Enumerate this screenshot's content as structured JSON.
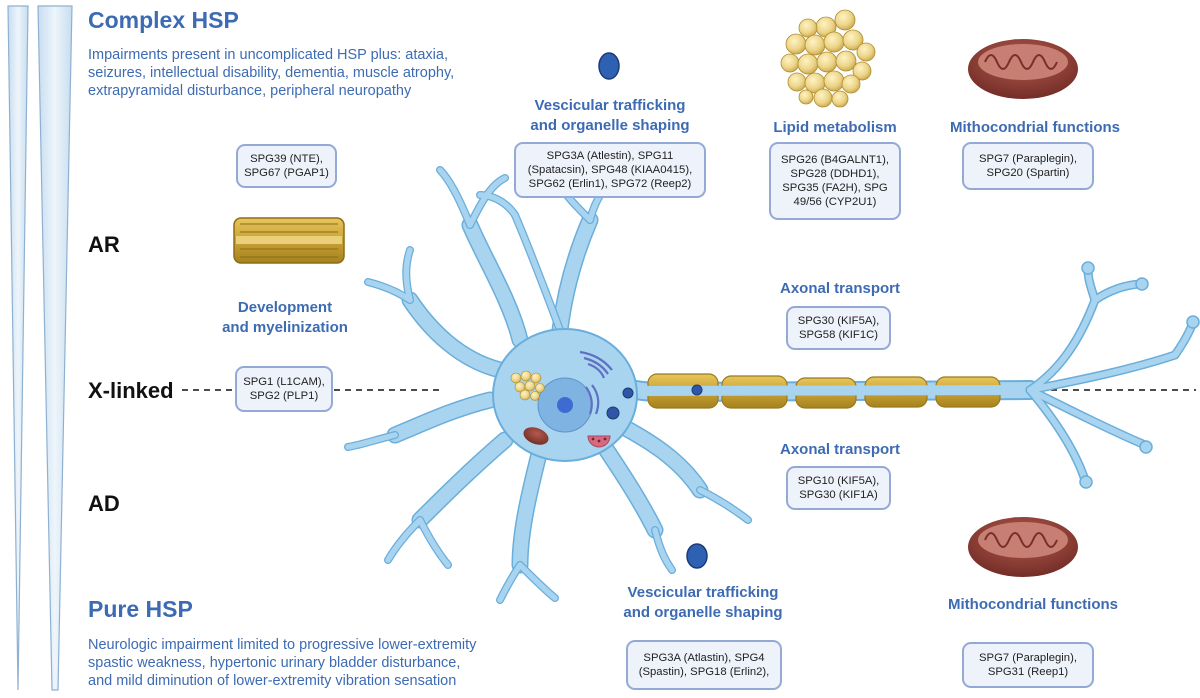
{
  "complex": {
    "title": "Complex HSP",
    "description": [
      "Impairments present in uncomplicated HSP plus: ataxia,",
      "seizures, intellectual disability, dementia, muscle atrophy,",
      "extrapyramidal disturbance, peripheral neuropathy"
    ]
  },
  "pure": {
    "title": "Pure HSP",
    "description": [
      "Neurologic impairment limited to progressive lower-extremity",
      "spastic weakness, hypertonic urinary bladder disturbance,",
      "and mild diminution of lower-extremity vibration sensation"
    ]
  },
  "inheritance": {
    "ar": "AR",
    "xlinked": "X-linked",
    "ad": "AD"
  },
  "categories": {
    "vesicular_top": [
      "Vescicular trafficking",
      "and organelle shaping"
    ],
    "lipid": [
      "Lipid metabolism"
    ],
    "mito_top": [
      "Mithocondrial functions"
    ],
    "development": [
      "Development",
      "and myelinization"
    ],
    "axonal_top": [
      "Axonal transport"
    ],
    "axonal_bottom": [
      "Axonal transport"
    ],
    "vesicular_bottom": [
      "Vescicular trafficking",
      "and organelle shaping"
    ],
    "mito_bottom": [
      "Mithocondrial functions"
    ]
  },
  "genes": {
    "ar_nte": [
      "SPG39 (NTE),",
      "SPG67 (PGAP1)"
    ],
    "vesicular_top": [
      "SPG3A (Atlestin), SPG11",
      "(Spatacsin),  SPG48 (KIAA0415),",
      "SPG62 (Erlin1), SPG72 (Reep2)"
    ],
    "lipid": [
      "SPG26 (B4GALNT1),",
      "SPG28 (DDHD1),",
      "SPG35 (FA2H), SPG",
      "49/56 (CYP2U1)"
    ],
    "mito_top": [
      "SPG7 (Paraplegin),",
      "SPG20 (Spartin)"
    ],
    "axonal_top": [
      "SPG30 (KIF5A),",
      "SPG58 (KIF1C)"
    ],
    "xlinked": [
      "SPG1 (L1CAM),",
      "SPG2 (PLP1)"
    ],
    "axonal_bottom": [
      "SPG10 (KIF5A),",
      "SPG30 (KIF1A)"
    ],
    "vesicular_bottom": [
      "SPG3A (Atlastin), SPG4",
      "(Spastin), SPG18 (Erlin2),"
    ],
    "mito_bottom": [
      "SPG7 (Paraplegin),",
      "SPG31 (Reep1)"
    ]
  },
  "colors": {
    "accent_blue": "#3d6bb3",
    "neuron_fill": "#a8d4ef",
    "neuron_stroke": "#6aaedb",
    "myelin": "#d3b03e",
    "mitochondria": "#8a3c33",
    "gene_box_border": "#93a9d6"
  },
  "icons": {
    "vesicle": "vesicle-icon",
    "lipid": "lipid-droplets-icon",
    "mitochondrion": "mitochondrion-icon",
    "myelin": "myelin-sheath-icon",
    "neuron": "neuron-icon"
  }
}
